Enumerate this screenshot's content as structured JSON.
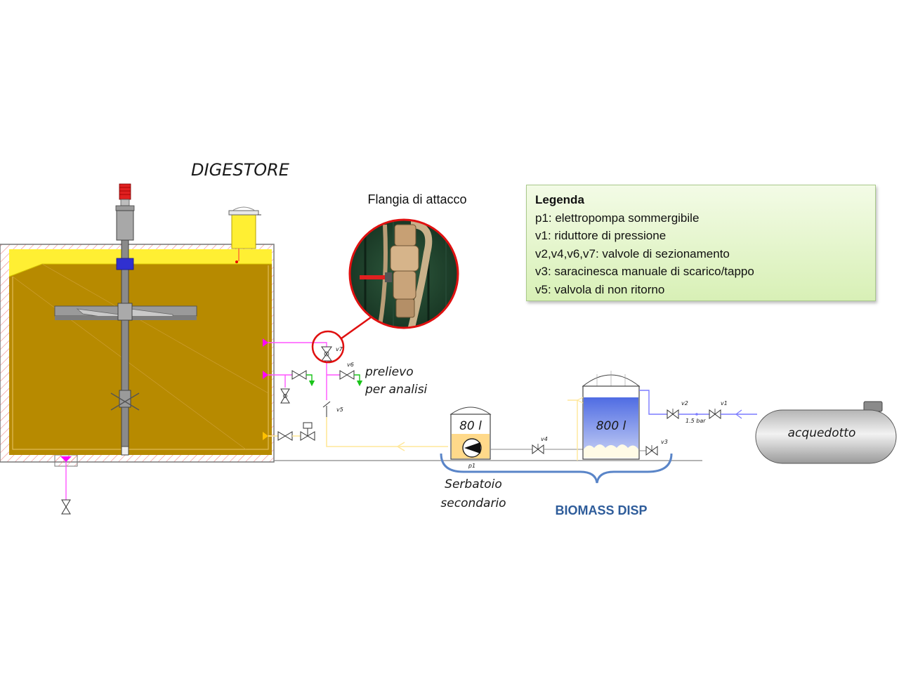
{
  "title": "DIGESTORE",
  "flange_label": "Flangia di attacco",
  "sampling_label": [
    "prelievo",
    "per analisi"
  ],
  "tank_small": {
    "volume": "80 l",
    "pump_tag": "p1"
  },
  "tank_large": {
    "volume": "800 l"
  },
  "aqueduct_label": "acquedotto",
  "secondary_tank_label": [
    "Serbatoio",
    "secondario"
  ],
  "group_label": "BIOMASS DISP",
  "pressure_label": "1.5 bar",
  "valve_tags": {
    "v1": "v1",
    "v2": "v2",
    "v3": "v3",
    "v4": "v4",
    "v5": "v5",
    "v6": "v6",
    "v7": "v7"
  },
  "legend": {
    "title": "Legenda",
    "items": [
      "p1: elettropompa sommergibile",
      "v1: riduttore di pressione",
      "v2,v4,v6,v7: valvole di sezionamento",
      "v3: saracinesca manuale di scarico/tappo",
      "v5: valvola di non ritorno"
    ]
  },
  "colors": {
    "digester_fill": "#b78a00",
    "foam_yellow": "#ffef33",
    "pipe_magenta": "#ff00ff",
    "pipe_pale_yellow": "#ffe79a",
    "pipe_blue": "#7b7bff",
    "tank_water": "#5b78e8",
    "accent_blue_text": "#2e5c9a",
    "brace_blue": "#5a85c8",
    "flange_circle": "#e01010"
  }
}
